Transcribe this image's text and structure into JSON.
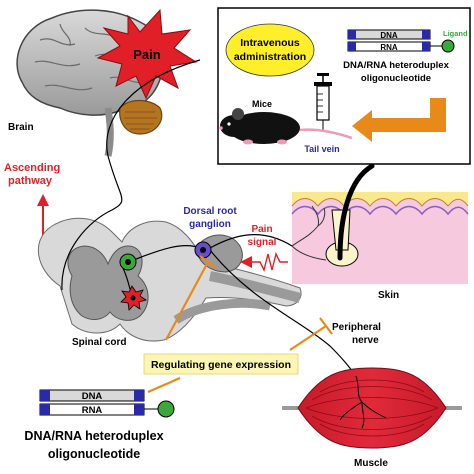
{
  "labels": {
    "pain": "Pain",
    "brain": "Brain",
    "ascending_line1": "Ascending",
    "ascending_line2": "pathway",
    "spinal_cord": "Spinal cord",
    "dorsal_root_line1": "Dorsal root",
    "dorsal_root_line2": "ganglion",
    "pain_signal_line1": "Pain",
    "pain_signal_line2": "signal",
    "skin": "Skin",
    "peripheral_line1": "Peripheral",
    "peripheral_line2": "nerve",
    "muscle": "Muscle",
    "regulating": "Regulating gene expression"
  },
  "inset": {
    "iv_line1": "Intravenous",
    "iv_line2": "administration",
    "dna": "DNA",
    "rna": "RNA",
    "ligand": "Ligand",
    "hetero_line1": "DNA/RNA heteroduplex",
    "hetero_line2": "oligonucleotide",
    "mice": "Mice",
    "tail_vein": "Tail vein"
  },
  "legend": {
    "dna": "DNA",
    "rna": "RNA",
    "title_line1": "DNA/RNA heteroduplex",
    "title_line2": "oligonucleotide"
  },
  "colors": {
    "pain_red": "#e01f26",
    "nerve_blue": "#2a2aa8",
    "ligand_green": "#3aa83a",
    "orange_arrow": "#e88a1a",
    "highlight_yellow": "#fbf6b4",
    "skin_pink": "#f6c9df"
  }
}
